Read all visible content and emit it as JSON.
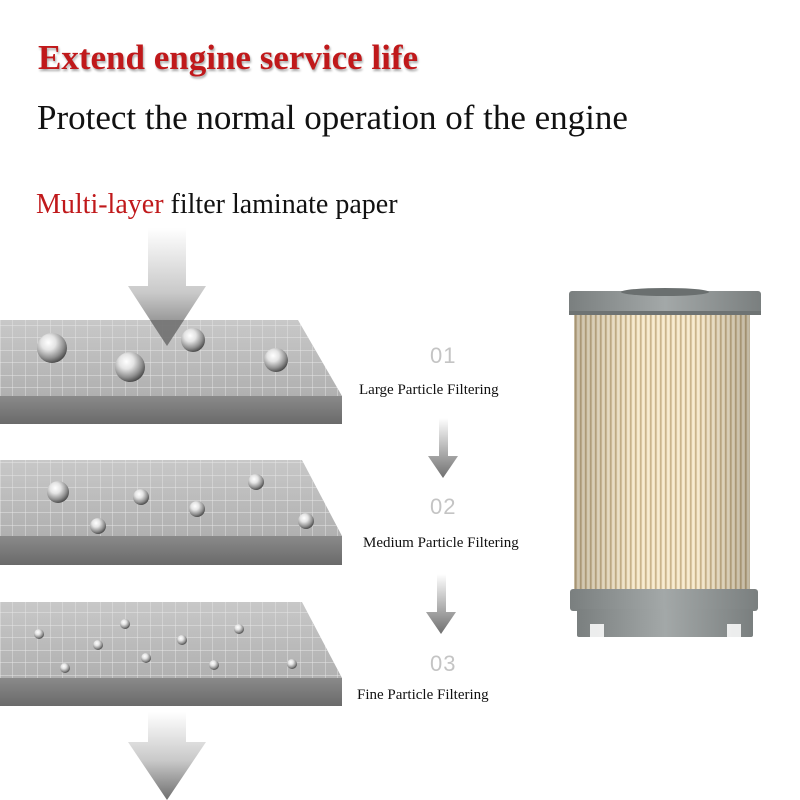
{
  "headline": "Extend engine service life",
  "subhead": "Protect the normal operation of the engine",
  "layer_title": {
    "accent": "Multi-layer",
    "rest": " filter laminate paper"
  },
  "steps": [
    {
      "number": "01",
      "label": "Large Particle Filtering"
    },
    {
      "number": "02",
      "label": "Medium Particle Filtering"
    },
    {
      "number": "03",
      "label": "Fine Particle Filtering"
    }
  ],
  "colors": {
    "accent": "#c0191b",
    "sheet": "#b3b3b3",
    "filter_paper": "#eedcb8",
    "filter_cap": "#8d9292"
  },
  "icons": [
    "down-arrow-icon",
    "droplet-icon",
    "fuel-filter-cartridge"
  ]
}
